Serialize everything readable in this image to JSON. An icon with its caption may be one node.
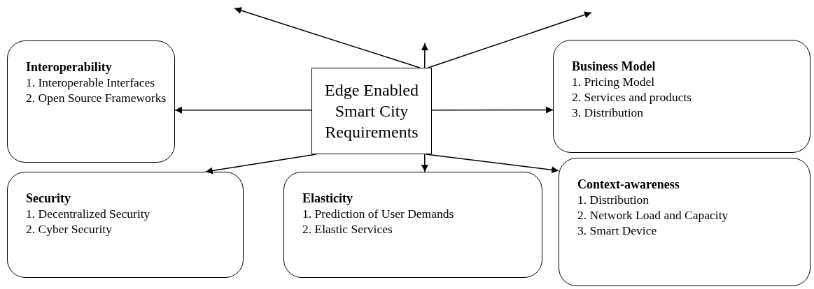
{
  "diagram": {
    "nodes": [
      {
        "text": [
          "Edge Enabled Smart City Requirements"
        ]
      },
      {
        "text": [
          "Interoperability",
          "1. Interoperable Interfaces",
          "2. Open Source Frameworks"
        ]
      },
      {
        "text": [
          "Business Model",
          "1. Pricing Model",
          "2. Services and products",
          "3. Distribution"
        ]
      },
      {
        "text": [
          "Security",
          "1. Decentralized Security",
          "2. Cyber Security"
        ]
      },
      {
        "text": [
          "Elasticity",
          "1. Prediction of User Demands",
          "2. Elastic Services"
        ]
      },
      {
        "text": [
          "Context-awareness",
          "1. Distribution",
          "2. Network Load and Capacity",
          "3. Smart Device"
        ]
      }
    ],
    "edges": [
      {
        "from": 0,
        "to": 1,
        "arrow": "to"
      },
      {
        "from": 0,
        "to": 2,
        "arrow": "to"
      },
      {
        "from": 0,
        "to": 3,
        "arrow": "to"
      },
      {
        "from": 0,
        "to": 4,
        "arrow": "to"
      },
      {
        "from": 0,
        "to": 5,
        "arrow": "to"
      },
      {
        "from": 0,
        "to": null,
        "arrow": "to"
      },
      {
        "from": 0,
        "to": null,
        "arrow": "to"
      },
      {
        "from": 0,
        "to": null,
        "arrow": "to"
      }
    ]
  }
}
